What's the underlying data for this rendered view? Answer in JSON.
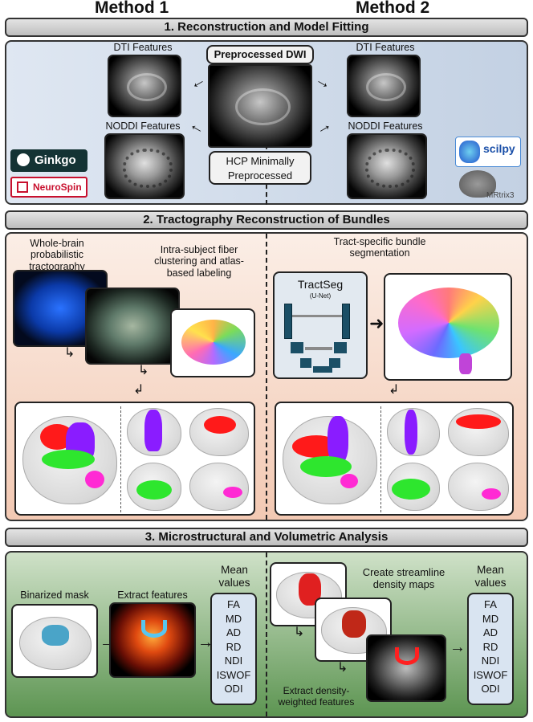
{
  "header": {
    "method1": "Method 1",
    "method2": "Method 2"
  },
  "section1": {
    "title": "1. Reconstruction and Model Fitting",
    "dti_left": "DTI Features",
    "noddi_left": "NODDI Features",
    "center_top": "Preprocessed DWI",
    "center_bottom": "HCP Minimally Preprocessed",
    "dti_right": "DTI Features",
    "noddi_right": "NODDI Features",
    "logos": {
      "ginkgo": "Ginkgo",
      "neurospin": "NeuroSpin",
      "scilpy": "scilpy",
      "mrtrix": "MRtrix3"
    }
  },
  "section2": {
    "title": "2. Tractography Reconstruction of Bundles",
    "whole_brain": "Whole-brain probabilistic tractography",
    "clustering": "Intra-subject fiber clustering and atlas-based labeling",
    "tract_specific": "Tract-specific bundle segmentation",
    "tractseg": "TractSeg",
    "unet": "(U-Net)"
  },
  "section3": {
    "title": "3. Microstructural and Volumetric Analysis",
    "binarized": "Binarized mask",
    "extract": "Extract features",
    "mean_left": "Mean values",
    "create_maps": "Create streamline density maps",
    "extract_density": "Extract density-weighted features",
    "mean_right": "Mean values",
    "metrics_left": [
      "FA",
      "MD",
      "AD",
      "RD",
      "NDI",
      "ISWOF",
      "ODI"
    ],
    "metrics_right": [
      "FA",
      "MD",
      "AD",
      "RD",
      "NDI",
      "ISWOF",
      "ODI"
    ]
  },
  "colors": {
    "section1_bg": "#c3d1e3",
    "section2_bg": "#f3c9b3",
    "section3_bg": "#5d9552",
    "values_box": "#d9e4f1"
  }
}
